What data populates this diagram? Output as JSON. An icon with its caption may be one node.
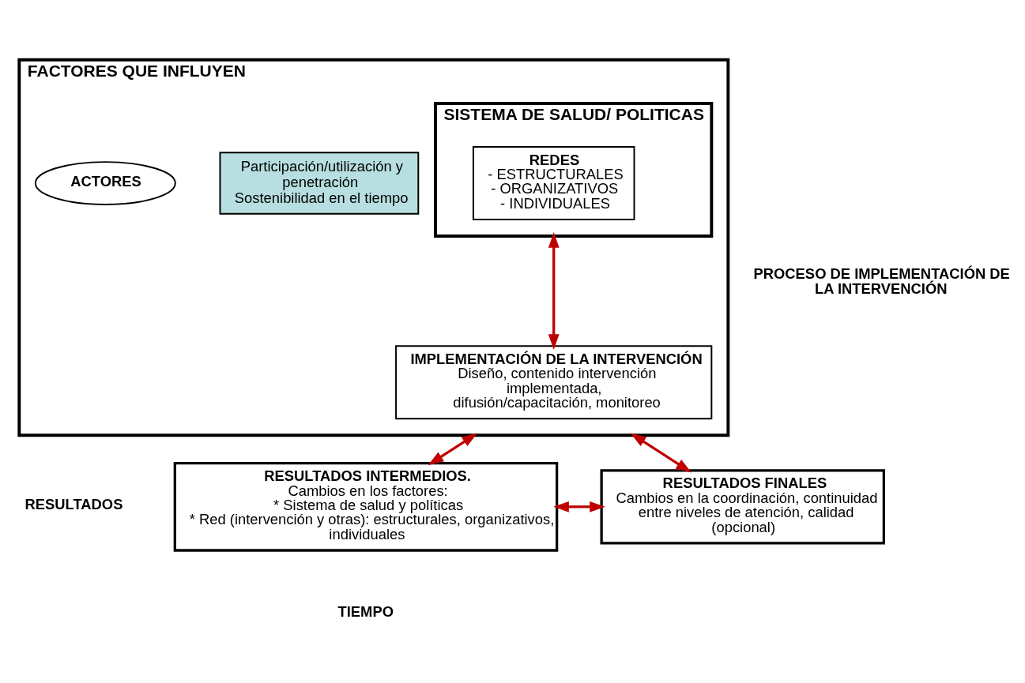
{
  "diagram": {
    "nodes": [
      {
        "text": [
          "FACTORES QUE INFLUYEN"
        ],
        "beside": [
          "PROCESO DE IMPLEMENTACIÓN DE LA INTERVENCIÓN"
        ]
      },
      {
        "text": [
          "SISTEMA DE SALUD/ POLITICAS"
        ],
        "in": 0
      },
      {
        "text": [
          "REDES",
          "- ESTRUCTURALES",
          "- ORGANIZATIVOS",
          "- INDIVIDUALES"
        ],
        "in": 1
      },
      {
        "text": [
          "IMPLEMENTACIÓN DE LA INTERVENCIÓN",
          "Diseño, contenido intervención implementada, difusión/capacitación, monitoreo"
        ],
        "in": 0
      },
      {
        "text": [
          "Participación/utilización y penetración",
          "Sostenibilidad en el tiempo"
        ],
        "in": 0
      },
      {
        "text": [
          "ACTORES"
        ],
        "in": 0
      },
      {
        "text": [
          "RESULTADOS INTERMEDIOS.",
          "Cambios en los factores:",
          "* Sistema de salud y políticas",
          "* Red (intervención y otras): estructurales, organizativos, individuales"
        ]
      },
      {
        "text": [
          "RESULTADOS FINALES",
          "Cambios en la coordinación, continuidad entre niveles de atención, calidad (opcional)"
        ]
      }
    ],
    "edges": [
      {
        "from": 1,
        "to": 3,
        "arrow": "both",
        "color": "#c00000"
      },
      {
        "from": 0,
        "to": 6,
        "arrow": "both",
        "color": "#c00000"
      },
      {
        "from": 0,
        "to": 7,
        "arrow": "both",
        "color": "#c00000"
      },
      {
        "from": 6,
        "to": 7,
        "arrow": "both",
        "color": "#c00000"
      }
    ],
    "labels": [
      "RESULTADOS",
      "TIEMPO"
    ]
  }
}
